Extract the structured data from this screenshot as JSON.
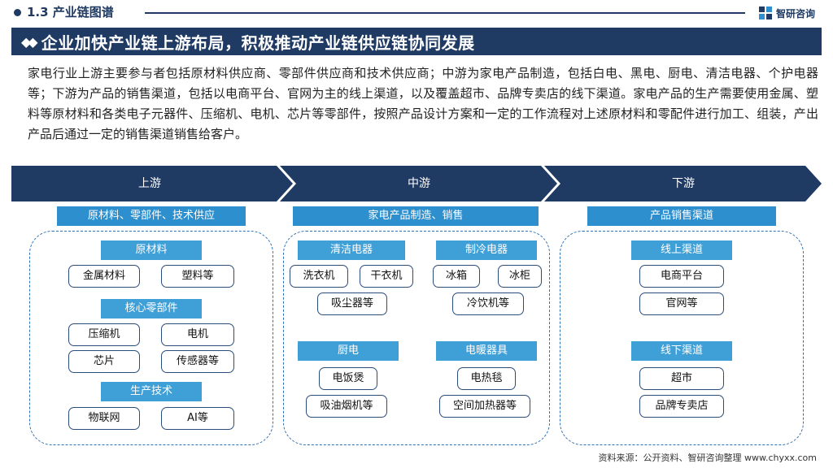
{
  "section": {
    "title": "1.3 产业链图谱"
  },
  "brand": {
    "name": "智研咨询",
    "color": "#1f3a63"
  },
  "headline": {
    "text": "企业加快产业链上游布局，积极推动产业链供应链协同发展"
  },
  "intro": "家电行业上游主要参与者包括原材料供应商、零部件供应商和技术供应商；中游为家电产品制造，包括白电、黑电、厨电、清洁电器、个护电器等；下游为产品的销售渠道，包括以电商平台、官网为主的线上渠道，以及覆盖超市、品牌专卖店的线下渠道。家电产品的生产需要使用金属、塑料等原材料和各类电子元器件、压缩机、电机、芯片等零部件，按照产品设计方案和一定的工作流程对上述原材料和零配件进行加工、组装，产出产品后通过一定的销售渠道销售给客户。",
  "stages": [
    {
      "label": "上游",
      "header": "原材料、零部件、技术供应"
    },
    {
      "label": "中游",
      "header": "家电产品制造、销售"
    },
    {
      "label": "下游",
      "header": "产品销售渠道"
    }
  ],
  "upstream": {
    "raw": {
      "title": "原材料",
      "items": [
        "金属材料",
        "塑料等"
      ]
    },
    "parts": {
      "title": "核心零部件",
      "items": [
        "压缩机",
        "电机",
        "芯片",
        "传感器等"
      ]
    },
    "tech": {
      "title": "生产技术",
      "items": [
        "物联网",
        "AI等"
      ]
    }
  },
  "midstream": {
    "cleaning": {
      "title": "清洁电器",
      "items": [
        "洗衣机",
        "干衣机",
        "吸尘器等"
      ]
    },
    "cooling": {
      "title": "制冷电器",
      "items": [
        "冰箱",
        "冰柜",
        "冷饮机等"
      ]
    },
    "kitchen": {
      "title": "厨电",
      "items": [
        "电饭煲",
        "吸油烟机等"
      ]
    },
    "heating": {
      "title": "电暖器具",
      "items": [
        "电热毯",
        "空间加热器等"
      ]
    }
  },
  "downstream": {
    "online": {
      "title": "线上渠道",
      "items": [
        "电商平台",
        "官网等"
      ]
    },
    "offline": {
      "title": "线下渠道",
      "items": [
        "超市",
        "品牌专卖店"
      ]
    }
  },
  "source": "资料来源：公开资料、智研咨询整理 www.chyxx.com",
  "colors": {
    "navy": "#1f3a63",
    "blue": "#2d8fce",
    "light_blue": "#3f9fd7"
  }
}
